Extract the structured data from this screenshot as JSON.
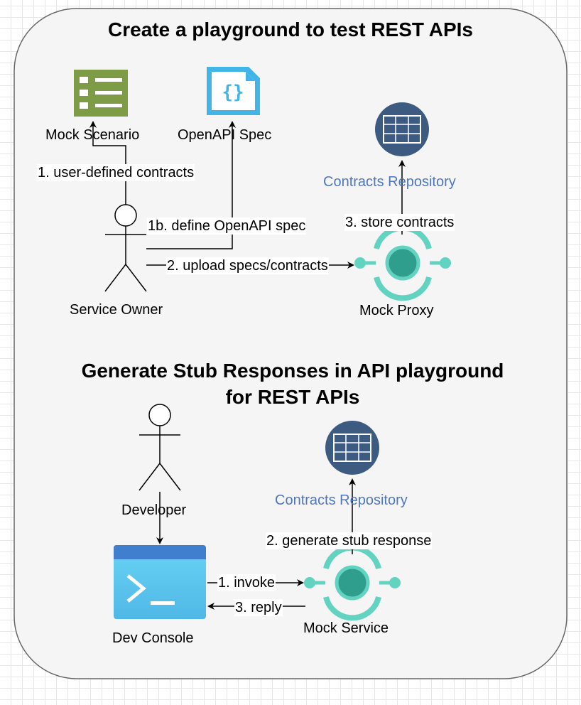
{
  "top": {
    "title": "Create a playground to test REST APIs",
    "mock_scenario_label": "Mock Scenario",
    "openapi_spec_label": "OpenAPI Spec",
    "contracts_repo_label": "Contracts Repository",
    "service_owner_label": "Service Owner",
    "mock_proxy_label": "Mock Proxy",
    "edge_user_defined": "1. user-defined contracts",
    "edge_define_spec": "1b. define OpenAPI spec",
    "edge_upload": "2. upload specs/contracts",
    "edge_store": "3. store contracts"
  },
  "bottom": {
    "title_line1": "Generate Stub Responses in API playground",
    "title_line2": "for REST APIs",
    "developer_label": "Developer",
    "contracts_repo_label": "Contracts Repository",
    "edge_generate": "2. generate stub response",
    "dev_console_label": "Dev Console",
    "mock_service_label": "Mock Service",
    "edge_invoke": "1. invoke",
    "edge_reply": "3. reply"
  },
  "colors": {
    "container_fill": "#f5f5f5",
    "container_stroke": "#666666",
    "scenario_green": "#7d9c45",
    "spec_blue": "#41b5e8",
    "repo_navy": "#3d5a80",
    "proxy_teal": "#62d3c1",
    "proxy_core": "#2f9e8d",
    "console_top": "#3f7fce",
    "console_body": "#5fc8ef",
    "label_blue": "#4f77c0"
  }
}
